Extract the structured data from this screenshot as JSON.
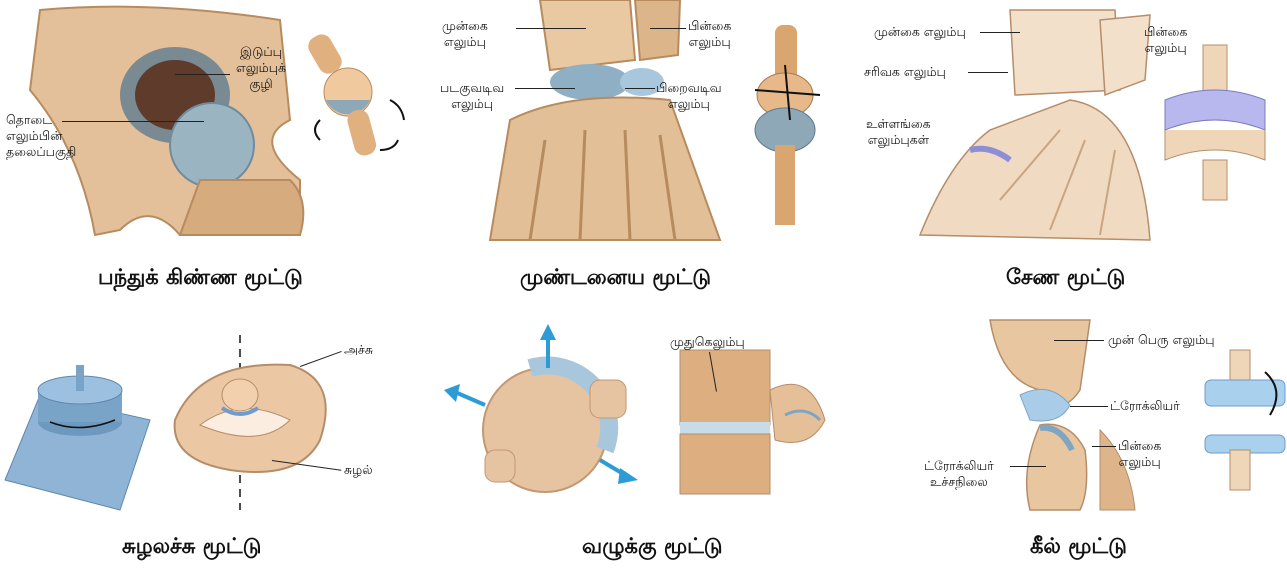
{
  "panels": [
    {
      "title": "பந்துக் கிண்ண மூட்டு",
      "labels": {
        "socket": "இடுப்பு\nஎலும்புக்\nகுழி",
        "head": "தொடை\nஎலும்பின்\nதலைப்பகுதி"
      }
    },
    {
      "title": "முண்டனைய மூட்டு",
      "labels": {
        "radius": "முன்கை\nஎலும்பு",
        "ulna": "பின்கை\nஎலும்பு",
        "scaphoid": "படகுவடிவ\nஎலும்பு",
        "lunate": "பிறைவடிவ\nஎலும்பு"
      }
    },
    {
      "title": "சேண மூட்டு",
      "labels": {
        "radius": "முன்கை எலும்பு",
        "ulna": "பின்கை\nஎலும்பு",
        "trapezium": "சரிவக எலும்பு",
        "metacarpals": "உள்ளங்கை\nஎலும்புகள்"
      }
    },
    {
      "title": "சுழலச்சு மூட்டு",
      "labels": {
        "axis": "அச்சு",
        "atlas": "சுழல்"
      }
    },
    {
      "title": "வழுக்கு மூட்டு",
      "labels": {
        "vertebra": "முதுகெலும்பு"
      }
    },
    {
      "title": "கீல் மூட்டு",
      "labels": {
        "humerus": "முன் பெரு எலும்பு",
        "trochlea": "ட்ரோக்லியர்",
        "ulna": "பின்கை\nஎலும்பு",
        "notch": "ட்ரோக்லியர்\nஉச்சநிலை"
      }
    }
  ],
  "colors": {
    "bone": "#e8c9a2",
    "bone_shadow": "#c89a6c",
    "cartilage": "#a9c7dc",
    "cartilage_dark": "#7fa5c2",
    "arrow_blue": "#2f9bd6"
  }
}
